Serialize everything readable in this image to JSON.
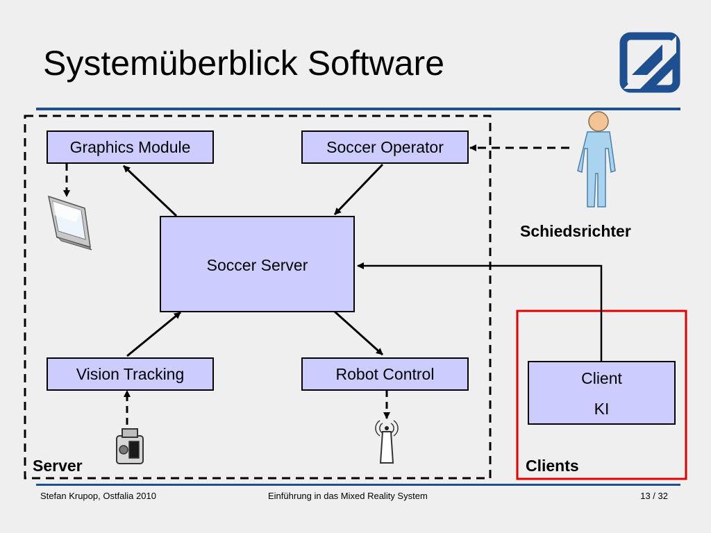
{
  "slide": {
    "title": "Systemüberblick Software"
  },
  "diagram": {
    "modules": {
      "graphics": "Graphics Module",
      "operator": "Soccer Operator",
      "server": "Soccer Server",
      "vision": "Vision Tracking",
      "robot": "Robot Control"
    },
    "client": {
      "line1": "Client",
      "line2": "KI"
    },
    "labels": {
      "referee": "Schiedsrichter",
      "server_group": "Server",
      "clients_group": "Clients"
    },
    "icons": [
      "monitor-icon",
      "camera-icon",
      "antenna-icon",
      "person-icon",
      "logo-icon"
    ],
    "colors": {
      "box_fill": "#ccccff",
      "accent_rule": "#1d4f91",
      "clients_border": "#e00000",
      "logo": "#1d4f91"
    }
  },
  "footer": {
    "author": "Stefan Krupop, Ostfalia 2010",
    "topic": "Einführung in das Mixed Reality System",
    "page": "13 / 32"
  }
}
